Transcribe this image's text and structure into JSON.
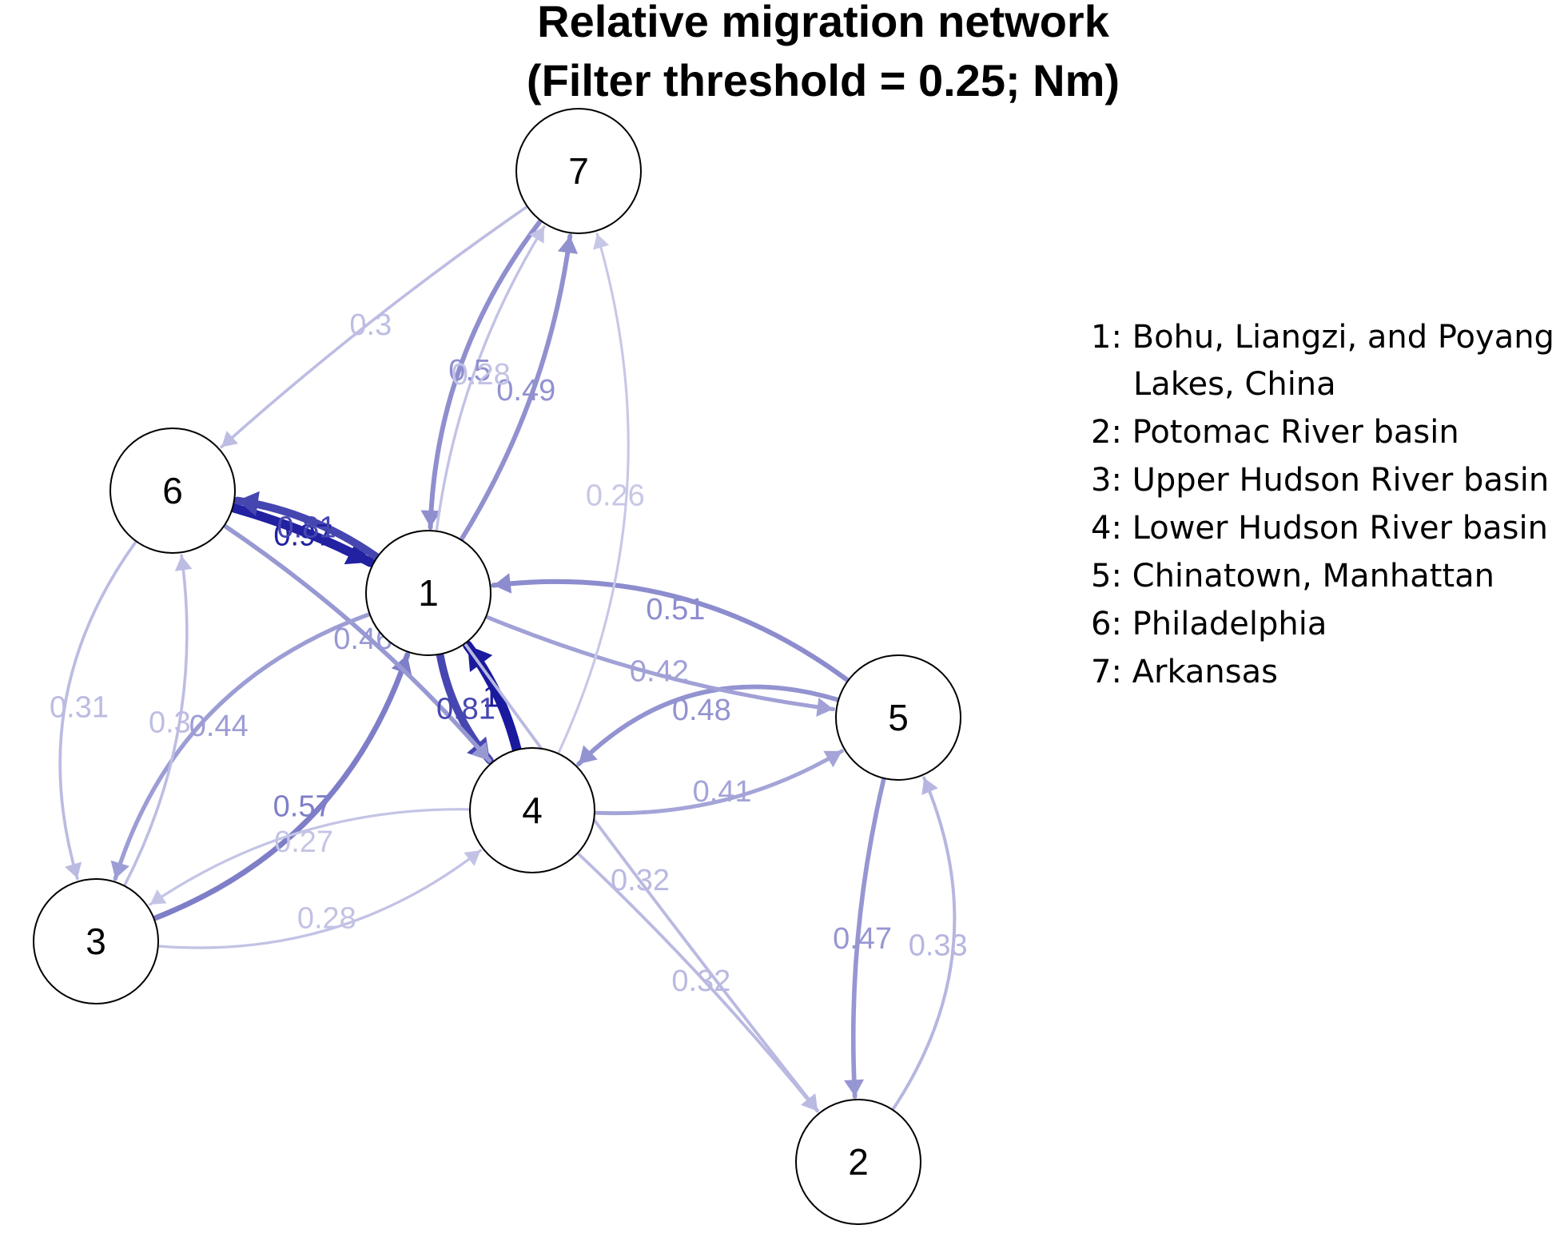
{
  "title": {
    "line1": "Relative migration network",
    "line2": "(Filter threshold = 0.25; Nm)"
  },
  "nodes": [
    {
      "id": "1",
      "label": "1"
    },
    {
      "id": "2",
      "label": "2"
    },
    {
      "id": "3",
      "label": "3"
    },
    {
      "id": "4",
      "label": "4"
    },
    {
      "id": "5",
      "label": "5"
    },
    {
      "id": "6",
      "label": "6"
    },
    {
      "id": "7",
      "label": "7"
    }
  ],
  "edges": [
    {
      "from": "4",
      "to": "1",
      "weight": 1,
      "label": "1"
    },
    {
      "from": "6",
      "to": "1",
      "weight": 0.97,
      "label": "0.97"
    },
    {
      "from": "1",
      "to": "6",
      "weight": 0.81,
      "label": "0.81"
    },
    {
      "from": "1",
      "to": "4",
      "weight": 0.81,
      "label": "0.81"
    },
    {
      "from": "3",
      "to": "1",
      "weight": 0.57,
      "label": "0.57"
    },
    {
      "from": "5",
      "to": "1",
      "weight": 0.51,
      "label": "0.51"
    },
    {
      "from": "7",
      "to": "1",
      "weight": 0.5,
      "label": "0.5"
    },
    {
      "from": "1",
      "to": "7",
      "weight": 0.49,
      "label": "0.49"
    },
    {
      "from": "5",
      "to": "4",
      "weight": 0.48,
      "label": "0.48"
    },
    {
      "from": "5",
      "to": "2",
      "weight": 0.47,
      "label": "0.47"
    },
    {
      "from": "6",
      "to": "4",
      "weight": 0.46,
      "label": "0.46"
    },
    {
      "from": "1",
      "to": "3",
      "weight": 0.44,
      "label": "0.44"
    },
    {
      "from": "1",
      "to": "5",
      "weight": 0.42,
      "label": "0.42"
    },
    {
      "from": "4",
      "to": "5",
      "weight": 0.41,
      "label": "0.41"
    },
    {
      "from": "2",
      "to": "5",
      "weight": 0.33,
      "label": "0.33"
    },
    {
      "from": "1",
      "to": "2",
      "weight": 0.32,
      "label": "0.32"
    },
    {
      "from": "4",
      "to": "2",
      "weight": 0.32,
      "label": "0.32"
    },
    {
      "from": "6",
      "to": "3",
      "weight": 0.31,
      "label": "0.31"
    },
    {
      "from": "7",
      "to": "6",
      "weight": 0.3,
      "label": "0.3"
    },
    {
      "from": "3",
      "to": "6",
      "weight": 0.3,
      "label": "0.3"
    },
    {
      "from": "1",
      "to": "7",
      "weight": 0.28,
      "label": "0.28"
    },
    {
      "from": "3",
      "to": "4",
      "weight": 0.28,
      "label": "0.28"
    },
    {
      "from": "4",
      "to": "3",
      "weight": 0.27,
      "label": "0.27"
    },
    {
      "from": "4",
      "to": "7",
      "weight": 0.26,
      "label": "0.26"
    }
  ],
  "legend": [
    "1: Bohu, Liangzi, and Poyang",
    "Lakes, China",
    "2: Potomac River basin",
    "3: Upper Hudson River basin",
    "4: Lower Hudson River basin",
    "5: Chinatown, Manhattan",
    "6: Philadelphia",
    "7: Arkansas"
  ],
  "colors": {
    "strong_edge": "#1a1a9e",
    "weak_edge": "#c9c9e8",
    "node_fill": "#ffffff",
    "node_stroke": "#000000"
  }
}
